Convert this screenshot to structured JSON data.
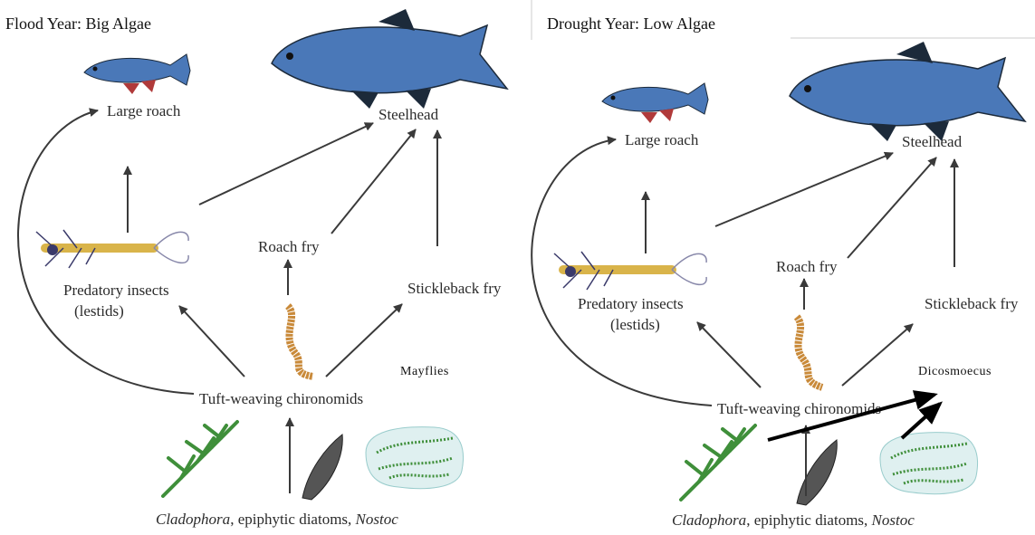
{
  "panels": [
    {
      "title": "Flood Year:  Big Algae",
      "nodes": {
        "large_roach": "Large roach",
        "steelhead": "Steelhead",
        "roach_fry": "Roach fry",
        "predatory_insects_1": "Predatory insects",
        "predatory_insects_2": "(lestids)",
        "stickleback_fry": "Stickleback fry",
        "chironomids": "Tuft-weaving chironomids",
        "algae_1": "Cladophora",
        "algae_2": ", epiphytic diatoms, ",
        "algae_3": "Nostoc"
      },
      "annotation": "Mayflies"
    },
    {
      "title": "Drought Year:  Low Algae",
      "nodes": {
        "large_roach": "Large roach",
        "steelhead": "Steelhead",
        "roach_fry": "Roach fry",
        "predatory_insects_1": "Predatory insects",
        "predatory_insects_2": "(lestids)",
        "stickleback_fry": "Stickleback fry",
        "chironomids": "Tuft-weaving chironomids",
        "algae_1": "Cladophora",
        "algae_2": ", epiphytic diatoms, ",
        "algae_3": "Nostoc"
      },
      "annotation": "Dicosmoecus"
    }
  ],
  "colors": {
    "fish_body": "#4a78b8",
    "fish_dark": "#1c2a3a",
    "roach_fin": "#b03a3a",
    "algae": "#3f8f3a",
    "chironomid": "#c98a3a",
    "insect": "#d9b44a"
  }
}
